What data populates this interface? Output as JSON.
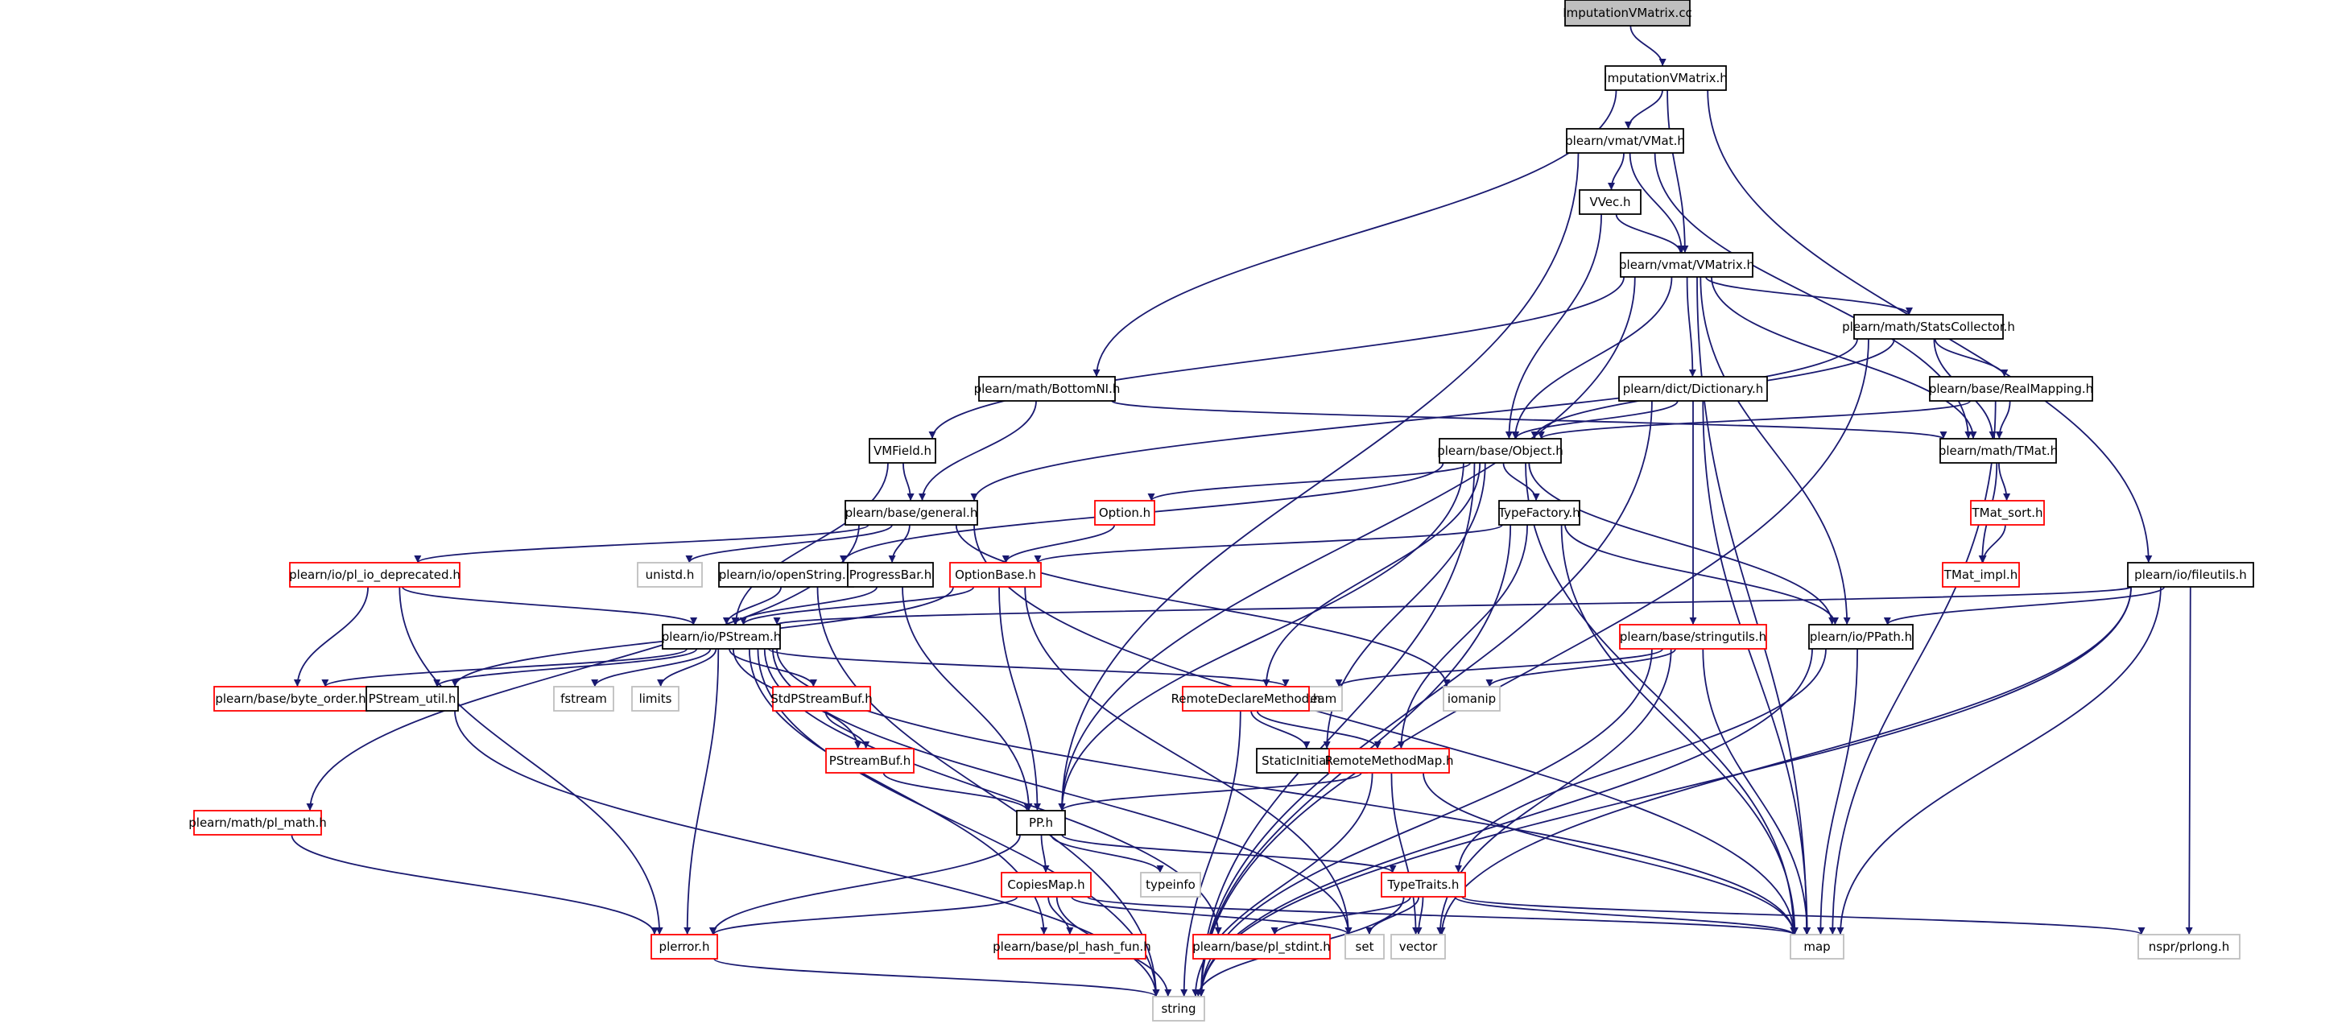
{
  "colors": {
    "edge": "#191970",
    "node_border_normal": "#000000",
    "node_border_truncated": "#ff0000",
    "node_border_external": "#bfbfbf",
    "root_fill": "#bfbfbf",
    "node_fill": "#ffffff",
    "background": "#ffffff"
  },
  "nodes": [
    {
      "id": "root",
      "label": "ImputationVMatrix.cc",
      "kind": "root"
    },
    {
      "id": "impvm_h",
      "label": "ImputationVMatrix.h",
      "kind": "normal"
    },
    {
      "id": "vmat_h",
      "label": "plearn/vmat/VMat.h",
      "kind": "normal"
    },
    {
      "id": "vvec_h",
      "label": "VVec.h",
      "kind": "normal"
    },
    {
      "id": "vmatrix_h",
      "label": "plearn/vmat/VMatrix.h",
      "kind": "normal"
    },
    {
      "id": "statscollector_h",
      "label": "plearn/math/StatsCollector.h",
      "kind": "normal"
    },
    {
      "id": "bottomni_h",
      "label": "plearn/math/BottomNI.h",
      "kind": "normal"
    },
    {
      "id": "dictionary_h",
      "label": "plearn/dict/Dictionary.h",
      "kind": "normal"
    },
    {
      "id": "realmapping_h",
      "label": "plearn/base/RealMapping.h",
      "kind": "normal"
    },
    {
      "id": "vmfield_h",
      "label": "VMField.h",
      "kind": "normal"
    },
    {
      "id": "object_h",
      "label": "plearn/base/Object.h",
      "kind": "normal"
    },
    {
      "id": "tmat_h",
      "label": "plearn/math/TMat.h",
      "kind": "normal"
    },
    {
      "id": "general_h",
      "label": "plearn/base/general.h",
      "kind": "normal"
    },
    {
      "id": "option_h",
      "label": "Option.h",
      "kind": "truncated"
    },
    {
      "id": "typefactory_h",
      "label": "TypeFactory.h",
      "kind": "normal"
    },
    {
      "id": "tmat_sort_h",
      "label": "TMat_sort.h",
      "kind": "truncated"
    },
    {
      "id": "pl_io_deprecated_h",
      "label": "plearn/io/pl_io_deprecated.h",
      "kind": "truncated"
    },
    {
      "id": "unistd_h",
      "label": "unistd.h",
      "kind": "external"
    },
    {
      "id": "openstring_h",
      "label": "plearn/io/openString.h",
      "kind": "normal"
    },
    {
      "id": "progressbar_h",
      "label": "ProgressBar.h",
      "kind": "normal"
    },
    {
      "id": "optionbase_h",
      "label": "OptionBase.h",
      "kind": "truncated"
    },
    {
      "id": "tmat_impl_h",
      "label": "TMat_impl.h",
      "kind": "truncated"
    },
    {
      "id": "fileutils_h",
      "label": "plearn/io/fileutils.h",
      "kind": "normal"
    },
    {
      "id": "pstream_h",
      "label": "plearn/io/PStream.h",
      "kind": "normal"
    },
    {
      "id": "stringutils_h",
      "label": "plearn/base/stringutils.h",
      "kind": "truncated"
    },
    {
      "id": "ppath_h",
      "label": "plearn/io/PPath.h",
      "kind": "normal"
    },
    {
      "id": "byte_order_h",
      "label": "plearn/base/byte_order.h",
      "kind": "truncated"
    },
    {
      "id": "pstream_util_h",
      "label": "PStream_util.h",
      "kind": "normal"
    },
    {
      "id": "fstream",
      "label": "fstream",
      "kind": "external"
    },
    {
      "id": "limits",
      "label": "limits",
      "kind": "external"
    },
    {
      "id": "stdpstreambuf_h",
      "label": "StdPStreamBuf.h",
      "kind": "truncated"
    },
    {
      "id": "sstream",
      "label": "sstream",
      "kind": "external"
    },
    {
      "id": "iomanip",
      "label": "iomanip",
      "kind": "external"
    },
    {
      "id": "remotedeclaremethod_h",
      "label": "RemoteDeclareMethod.h",
      "kind": "truncated"
    },
    {
      "id": "pstreambuf_h",
      "label": "PStreamBuf.h",
      "kind": "truncated"
    },
    {
      "id": "staticinitializer_h",
      "label": "StaticInitializer.h",
      "kind": "normal"
    },
    {
      "id": "remotemethodmap_h",
      "label": "RemoteMethodMap.h",
      "kind": "truncated"
    },
    {
      "id": "pl_math_h",
      "label": "plearn/math/pl_math.h",
      "kind": "truncated"
    },
    {
      "id": "pp_h",
      "label": "PP.h",
      "kind": "normal"
    },
    {
      "id": "typeinfo",
      "label": "typeinfo",
      "kind": "external"
    },
    {
      "id": "copiesmap_h",
      "label": "CopiesMap.h",
      "kind": "truncated"
    },
    {
      "id": "typetraits_h",
      "label": "TypeTraits.h",
      "kind": "truncated"
    },
    {
      "id": "plerror_h",
      "label": "plerror.h",
      "kind": "truncated"
    },
    {
      "id": "pl_hash_fun_h",
      "label": "plearn/base/pl_hash_fun.h",
      "kind": "truncated"
    },
    {
      "id": "pl_stdint_h",
      "label": "plearn/base/pl_stdint.h",
      "kind": "truncated"
    },
    {
      "id": "set",
      "label": "set",
      "kind": "external"
    },
    {
      "id": "vector",
      "label": "vector",
      "kind": "external"
    },
    {
      "id": "map",
      "label": "map",
      "kind": "external"
    },
    {
      "id": "nspr_prlong_h",
      "label": "nspr/prlong.h",
      "kind": "external"
    },
    {
      "id": "string",
      "label": "string",
      "kind": "external"
    }
  ],
  "edges": [
    [
      "root",
      "impvm_h"
    ],
    [
      "impvm_h",
      "vmat_h"
    ],
    [
      "impvm_h",
      "vmatrix_h"
    ],
    [
      "impvm_h",
      "bottomni_h"
    ],
    [
      "impvm_h",
      "fileutils_h"
    ],
    [
      "vmat_h",
      "vvec_h"
    ],
    [
      "vmat_h",
      "vmatrix_h"
    ],
    [
      "vmat_h",
      "pp_h"
    ],
    [
      "vmat_h",
      "tmat_h"
    ],
    [
      "vvec_h",
      "vmatrix_h"
    ],
    [
      "vvec_h",
      "object_h"
    ],
    [
      "vmatrix_h",
      "statscollector_h"
    ],
    [
      "vmatrix_h",
      "vmfield_h"
    ],
    [
      "vmatrix_h",
      "dictionary_h"
    ],
    [
      "vmatrix_h",
      "object_h"
    ],
    [
      "vmatrix_h",
      "tmat_h"
    ],
    [
      "vmatrix_h",
      "ppath_h"
    ],
    [
      "vmatrix_h",
      "pp_h"
    ],
    [
      "vmatrix_h",
      "map"
    ],
    [
      "statscollector_h",
      "realmapping_h"
    ],
    [
      "statscollector_h",
      "tmat_h"
    ],
    [
      "statscollector_h",
      "object_h"
    ],
    [
      "statscollector_h",
      "general_h"
    ],
    [
      "statscollector_h",
      "string"
    ],
    [
      "bottomni_h",
      "general_h"
    ],
    [
      "bottomni_h",
      "tmat_h"
    ],
    [
      "dictionary_h",
      "object_h"
    ],
    [
      "dictionary_h",
      "stringutils_h"
    ],
    [
      "dictionary_h",
      "map"
    ],
    [
      "dictionary_h",
      "string"
    ],
    [
      "realmapping_h",
      "tmat_h"
    ],
    [
      "realmapping_h",
      "object_h"
    ],
    [
      "realmapping_h",
      "map"
    ],
    [
      "vmfield_h",
      "general_h"
    ],
    [
      "vmfield_h",
      "pstream_h"
    ],
    [
      "object_h",
      "option_h"
    ],
    [
      "object_h",
      "typefactory_h"
    ],
    [
      "object_h",
      "openstring_h"
    ],
    [
      "object_h",
      "remotedeclaremethod_h"
    ],
    [
      "object_h",
      "ppath_h"
    ],
    [
      "object_h",
      "pp_h"
    ],
    [
      "object_h",
      "staticinitializer_h"
    ],
    [
      "object_h",
      "map"
    ],
    [
      "object_h",
      "string"
    ],
    [
      "tmat_h",
      "tmat_sort_h"
    ],
    [
      "tmat_h",
      "tmat_impl_h"
    ],
    [
      "tmat_sort_h",
      "tmat_impl_h"
    ],
    [
      "general_h",
      "pl_io_deprecated_h"
    ],
    [
      "general_h",
      "unistd_h"
    ],
    [
      "general_h",
      "progressbar_h"
    ],
    [
      "general_h",
      "pl_math_h"
    ],
    [
      "general_h",
      "iomanip"
    ],
    [
      "general_h",
      "map"
    ],
    [
      "option_h",
      "optionbase_h"
    ],
    [
      "typefactory_h",
      "optionbase_h"
    ],
    [
      "typefactory_h",
      "ppath_h"
    ],
    [
      "typefactory_h",
      "remotemethodmap_h"
    ],
    [
      "typefactory_h",
      "map"
    ],
    [
      "typefactory_h",
      "string"
    ],
    [
      "pl_io_deprecated_h",
      "pstream_h"
    ],
    [
      "pl_io_deprecated_h",
      "byte_order_h"
    ],
    [
      "pl_io_deprecated_h",
      "plerror_h"
    ],
    [
      "openstring_h",
      "pstream_h"
    ],
    [
      "openstring_h",
      "string"
    ],
    [
      "progressbar_h",
      "pstream_h"
    ],
    [
      "progressbar_h",
      "pp_h"
    ],
    [
      "optionbase_h",
      "pstream_h"
    ],
    [
      "optionbase_h",
      "pp_h"
    ],
    [
      "optionbase_h",
      "pstream_util_h"
    ],
    [
      "optionbase_h",
      "set"
    ],
    [
      "fileutils_h",
      "ppath_h"
    ],
    [
      "fileutils_h",
      "pstream_h"
    ],
    [
      "fileutils_h",
      "vector"
    ],
    [
      "fileutils_h",
      "map"
    ],
    [
      "fileutils_h",
      "nspr_prlong_h"
    ],
    [
      "fileutils_h",
      "string"
    ],
    [
      "pstream_h",
      "byte_order_h"
    ],
    [
      "pstream_h",
      "pstream_util_h"
    ],
    [
      "pstream_h",
      "fstream"
    ],
    [
      "pstream_h",
      "limits"
    ],
    [
      "pstream_h",
      "stdpstreambuf_h"
    ],
    [
      "pstream_h",
      "pstreambuf_h"
    ],
    [
      "pstream_h",
      "sstream"
    ],
    [
      "pstream_h",
      "plerror_h"
    ],
    [
      "pstream_h",
      "pl_hash_fun_h"
    ],
    [
      "pstream_h",
      "pl_stdint_h"
    ],
    [
      "pstream_h",
      "set"
    ],
    [
      "pstream_h",
      "map"
    ],
    [
      "pstream_h",
      "string"
    ],
    [
      "pstream_util_h",
      "string"
    ],
    [
      "stdpstreambuf_h",
      "pstreambuf_h"
    ],
    [
      "pstreambuf_h",
      "pp_h"
    ],
    [
      "stringutils_h",
      "sstream"
    ],
    [
      "stringutils_h",
      "iomanip"
    ],
    [
      "stringutils_h",
      "vector"
    ],
    [
      "stringutils_h",
      "map"
    ],
    [
      "stringutils_h",
      "string"
    ],
    [
      "ppath_h",
      "typetraits_h"
    ],
    [
      "ppath_h",
      "map"
    ],
    [
      "ppath_h",
      "string"
    ],
    [
      "remotedeclaremethod_h",
      "staticinitializer_h"
    ],
    [
      "remotedeclaremethod_h",
      "remotemethodmap_h"
    ],
    [
      "remotedeclaremethod_h",
      "string"
    ],
    [
      "remotemethodmap_h",
      "pp_h"
    ],
    [
      "remotemethodmap_h",
      "vector"
    ],
    [
      "remotemethodmap_h",
      "map"
    ],
    [
      "remotemethodmap_h",
      "string"
    ],
    [
      "pl_math_h",
      "plerror_h"
    ],
    [
      "pp_h",
      "typeinfo"
    ],
    [
      "pp_h",
      "copiesmap_h"
    ],
    [
      "pp_h",
      "typetraits_h"
    ],
    [
      "pp_h",
      "plerror_h"
    ],
    [
      "copiesmap_h",
      "plerror_h"
    ],
    [
      "copiesmap_h",
      "pl_hash_fun_h"
    ],
    [
      "copiesmap_h",
      "set"
    ],
    [
      "copiesmap_h",
      "map"
    ],
    [
      "copiesmap_h",
      "string"
    ],
    [
      "typetraits_h",
      "pl_stdint_h"
    ],
    [
      "typetraits_h",
      "set"
    ],
    [
      "typetraits_h",
      "vector"
    ],
    [
      "typetraits_h",
      "map"
    ],
    [
      "typetraits_h",
      "nspr_prlong_h"
    ],
    [
      "typetraits_h",
      "string"
    ],
    [
      "plerror_h",
      "string"
    ]
  ]
}
